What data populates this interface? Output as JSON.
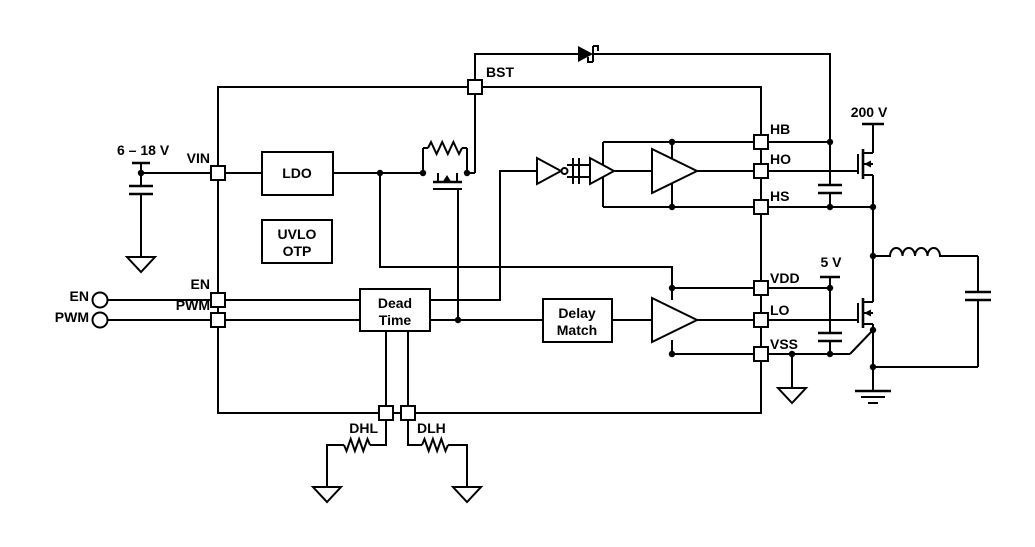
{
  "diagram": {
    "type": "half-bridge-gate-driver-application-schematic",
    "colors": {
      "line": "#000000",
      "background": "#ffffff"
    },
    "external": {
      "vin_supply": "6 – 18 V",
      "bus_voltage": "200 V",
      "vdd_supply": "5 V",
      "inputs": {
        "en": "EN",
        "pwm": "PWM"
      }
    },
    "ic": {
      "blocks": {
        "ldo": {
          "label": "LDO"
        },
        "uvlo": {
          "line1": "UVLO",
          "line2": "OTP"
        },
        "dead_time": {
          "line1": "Dead",
          "line2": "Time"
        },
        "delay_match": {
          "line1": "Delay",
          "line2": "Match"
        }
      },
      "pins": {
        "vin": "VIN",
        "en": "EN",
        "pwm": "PWM",
        "bst": "BST",
        "dhl": "DHL",
        "dlh": "DLH",
        "hb": "HB",
        "ho": "HO",
        "hs": "HS",
        "vdd": "VDD",
        "lo": "LO",
        "vss": "VSS"
      }
    }
  }
}
